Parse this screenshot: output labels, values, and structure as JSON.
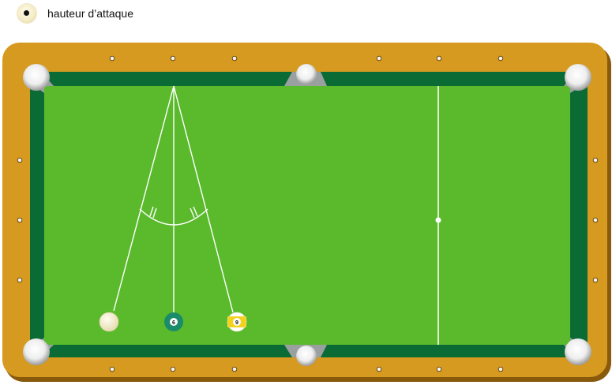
{
  "header": {
    "label": "hauteur d’attaque",
    "icon": "spin-height-icon"
  },
  "balls": [
    {
      "name": "cue-ball",
      "number": "",
      "color": "#f3ecca"
    },
    {
      "name": "ball-6",
      "number": "6",
      "color": "#1a8c6a"
    },
    {
      "name": "ball-9",
      "number": "9",
      "color": "#f2d21f"
    }
  ],
  "colors": {
    "rail_wood": "#d69a20",
    "cushion": "#0a6e36",
    "felt": "#5aba2c",
    "lines": "#ffffff"
  }
}
